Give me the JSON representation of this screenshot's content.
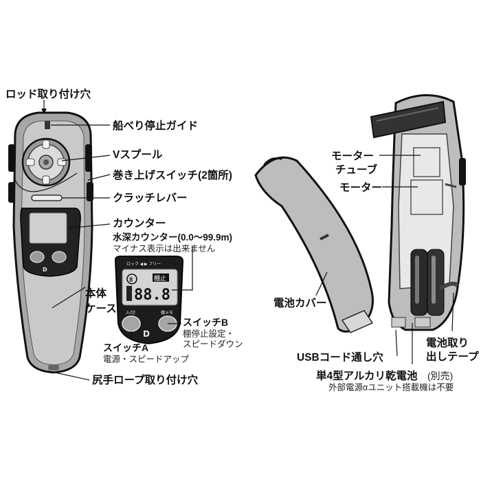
{
  "labels": {
    "rod_hole": "ロッド取り付け穴",
    "gunwale_guide": "船べり停止ガイド",
    "v_spool": "Vスプール",
    "winding_switch": "巻き上げスイッチ(2箇所)",
    "clutch_lever": "クラッチレバー",
    "counter": "カウンター",
    "depth_counter": "水深カウンター(0.0〜99.9m)",
    "depth_counter_note": "マイナス表示は出来ません",
    "body_case_line1": "本体",
    "body_case_line2": "ケース",
    "switch_b": "スイッチB",
    "switch_b_desc1": "棚停止設定・",
    "switch_b_desc2": "スピードダウン",
    "switch_a": "スイッチA",
    "switch_a_desc": "電源・スピードアップ",
    "tail_rope_hole": "尻手ロープ取り付け穴",
    "motor_tube_line1": "モーター",
    "motor_tube_line2": "チューブ",
    "motor": "モーター",
    "battery_cover": "電池カバー",
    "usb_hole": "USBコード通し穴",
    "battery_type": "単4型アルカリ乾電池",
    "battery_sold_separately": "(別売)",
    "external_power_note": "外部電源αユニット搭載機は不要",
    "pull_tape_line1": "電池取り",
    "pull_tape_line2": "出しテープ"
  },
  "device": {
    "lock_free": "ロック ◀ ▶ フリー",
    "btn_a_label": "入/切",
    "btn_b_label": "棚メモ",
    "lcd_reading": "88.8",
    "lcd_badge": "棚止",
    "lcd_icon": "8",
    "brand": "DAIWA-logo"
  }
}
